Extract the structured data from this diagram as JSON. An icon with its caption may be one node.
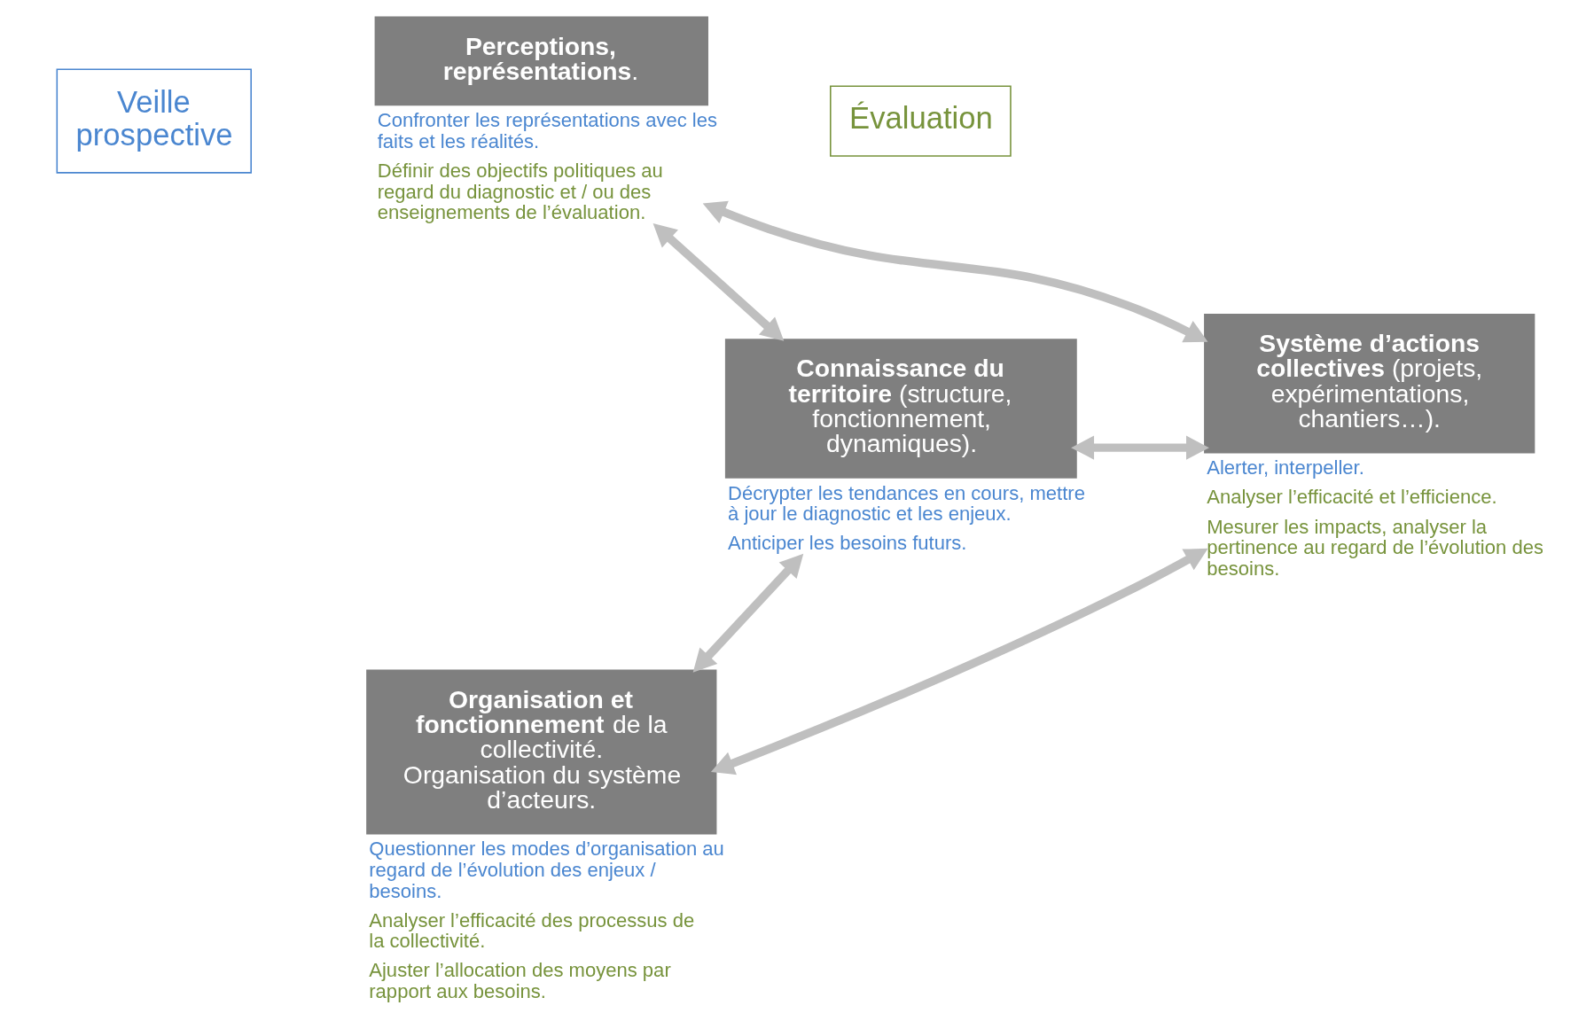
{
  "diagram": {
    "nodes": [
      {
        "text": [
          "Veille prospective"
        ]
      },
      {
        "text": [
          "Évaluation"
        ]
      },
      {
        "text": [
          "**Perceptions, représentations**."
        ],
        "beside": [
          "Confronter les représentations avec les faits et les réalités.",
          "Définir des objectifs politiques au regard du diagnostic et / ou des enseignements de l’évaluation."
        ]
      },
      {
        "text": [
          "**Connaissance du territoire** (structure, fonctionnement, dynamiques)."
        ],
        "beside": [
          "Décrypter les tendances en cours, mettre à jour le diagnostic et les enjeux.",
          "Anticiper les besoins futurs."
        ]
      },
      {
        "text": [
          "**Système d’actions collectives** (projets, expérimentations, chantiers…)."
        ],
        "beside": [
          "Alerter, interpeller.",
          "Analyser l’efficacité et l’efficience.",
          "Mesurer les impacts, analyser la pertinence au regard de l’évolution des besoins."
        ]
      },
      {
        "text": [
          "**Organisation et fonctionnement** de la collectivité.",
          "Organisation du système d’acteurs."
        ],
        "beside": [
          "Questionner les modes d’organisation au regard de l’évolution des enjeux / besoins.",
          "Analyser l’efficacité des processus de la collectivité.",
          "Ajuster l’allocation des moyens par rapport aux besoins."
        ]
      }
    ],
    "edges": [
      {
        "from": 3,
        "to": 2,
        "arrow": "both"
      },
      {
        "from": 2,
        "to": 4,
        "arrow": "both"
      },
      {
        "from": 3,
        "to": 4,
        "arrow": "both"
      },
      {
        "from": 3,
        "to": 5,
        "arrow": "both"
      },
      {
        "from": 5,
        "to": 4,
        "arrow": "both"
      }
    ]
  }
}
